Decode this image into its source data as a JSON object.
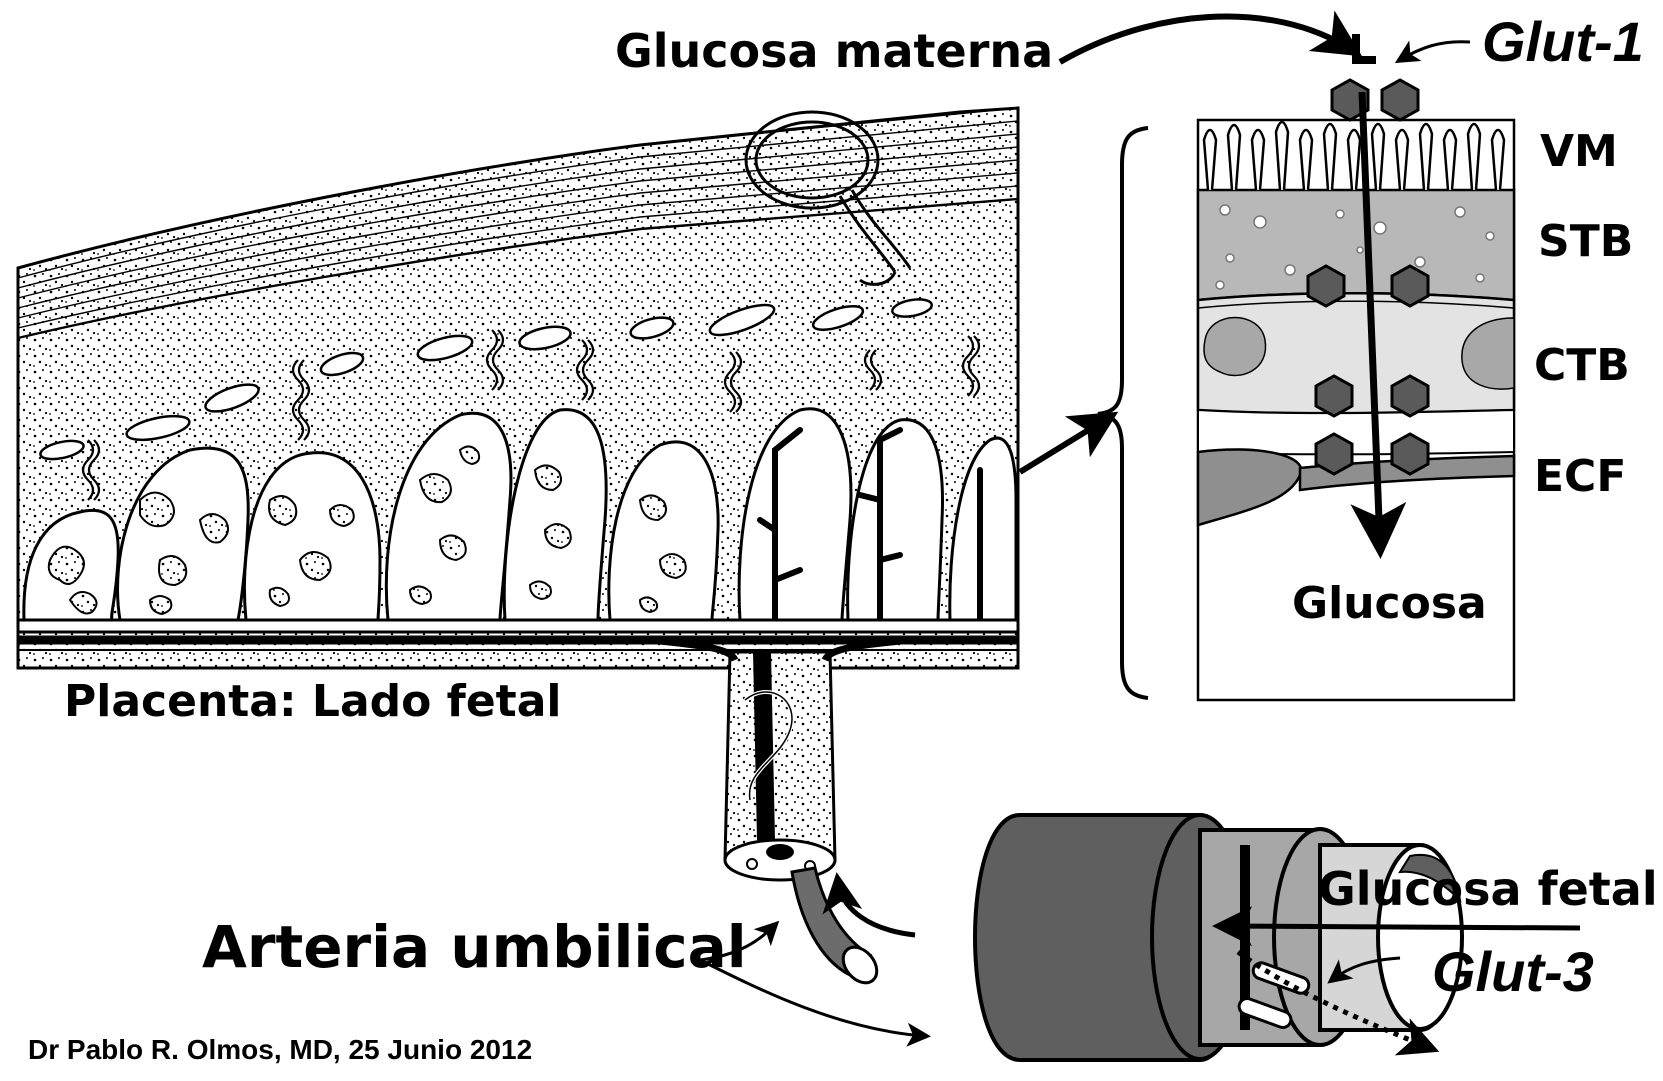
{
  "labels": {
    "glucosa_materna": "Glucosa materna",
    "glut1": "Glut-1",
    "vm": "VM",
    "stb": "STB",
    "ctb": "CTB",
    "ecf": "ECF",
    "glucosa": "Glucosa",
    "placenta": "Placenta: Lado fetal",
    "arteria": "Arteria umbilical",
    "glucosa_fetal": "Glucosa fetal",
    "glut3": "Glut-3",
    "credit": "Dr Pablo R. Olmos, MD, 25 Junio 2012"
  },
  "colors": {
    "ink": "#000000",
    "transporter": "#5a5a5a",
    "stb_layer": "#b8b8b8",
    "ctb_layer": "#e3e3e3",
    "ecf_layer": "#8f8f8f",
    "vessel_outer": "#5f5f5f",
    "vessel_middle": "#a7a7a7",
    "vessel_inner": "#d6d6d6"
  }
}
